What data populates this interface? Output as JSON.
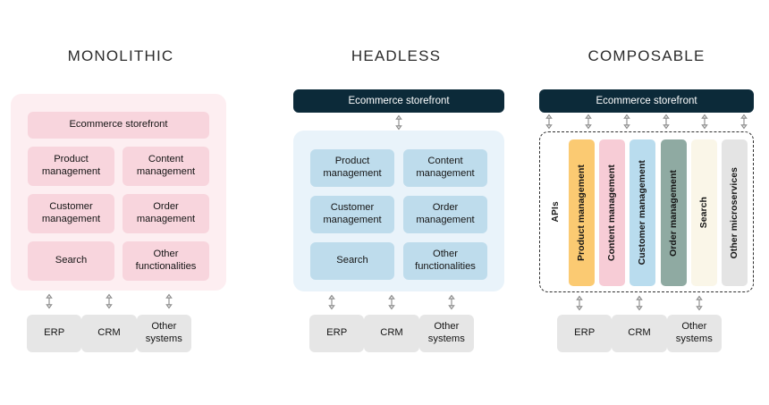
{
  "columns": [
    {
      "id": "monolithic",
      "title": "MONOLITHIC",
      "storefront": "Ecommerce storefront",
      "panel_color": "#fdeef1",
      "box_color": "#f8d5dd",
      "modules": [
        "Product management",
        "Content management",
        "Customer management",
        "Order management",
        "Search",
        "Other functionalities"
      ],
      "systems": [
        "ERP",
        "CRM",
        "Other systems"
      ]
    },
    {
      "id": "headless",
      "title": "HEADLESS",
      "storefront": "Ecommerce storefront",
      "panel_color": "#e9f3fa",
      "box_color": "#bedcec",
      "storefront_color": "#0c2a39",
      "modules": [
        "Product management",
        "Content management",
        "Customer management",
        "Order management",
        "Search",
        "Other functionalities"
      ],
      "systems": [
        "ERP",
        "CRM",
        "Other systems"
      ]
    },
    {
      "id": "composable",
      "title": "COMPOSABLE",
      "storefront": "Ecommerce storefront",
      "storefront_color": "#0c2a39",
      "apis_label": "APIs",
      "services": [
        {
          "label": "Product management",
          "color": "#fbca72"
        },
        {
          "label": "Content management",
          "color": "#f7ccd6"
        },
        {
          "label": "Customer management",
          "color": "#b9dcee"
        },
        {
          "label": "Order management",
          "color": "#8faaa2"
        },
        {
          "label": "Search",
          "color": "#faf6e8"
        },
        {
          "label": "Other microservices",
          "color": "#e4e4e4"
        }
      ],
      "systems": [
        "ERP",
        "CRM",
        "Other systems"
      ]
    }
  ],
  "icons": {
    "connector": "double-headed-vertical-arrow"
  }
}
